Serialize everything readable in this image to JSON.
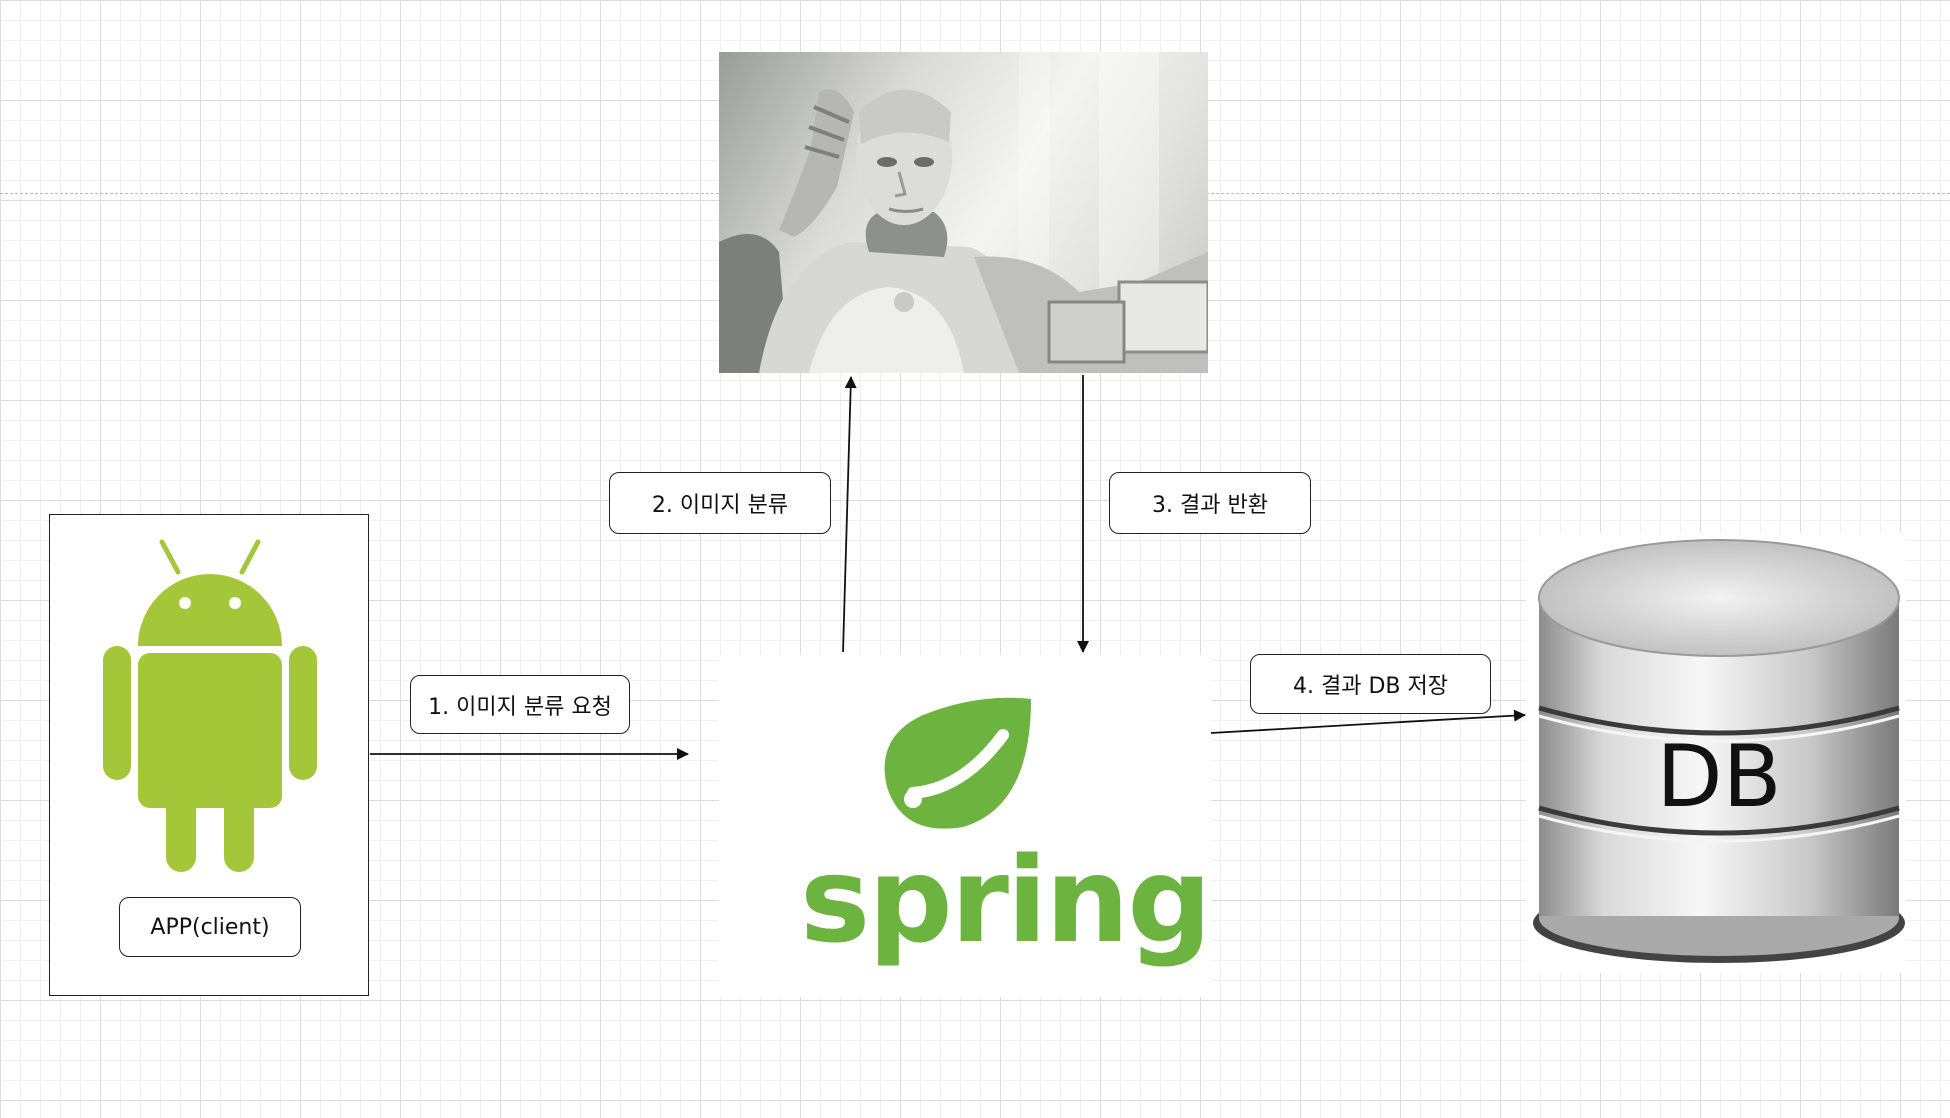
{
  "diagram": {
    "client_box": {
      "label": "APP(client)"
    },
    "ai_image": {
      "icon": "robot-thinking-photo"
    },
    "server": {
      "logo_text": "spring",
      "logo_icon": "spring-leaf-icon"
    },
    "database": {
      "label": "DB",
      "icon": "database-cylinder-icon"
    },
    "steps": [
      {
        "label": "1. 이미지 분류 요청"
      },
      {
        "label": "2. 이미지 분류"
      },
      {
        "label": "3. 결과 반환"
      },
      {
        "label": "4. 결과 DB 저장"
      }
    ],
    "colors": {
      "android_green": "#a4c639",
      "spring_green": "#6db33f",
      "arrow": "#111111"
    }
  }
}
